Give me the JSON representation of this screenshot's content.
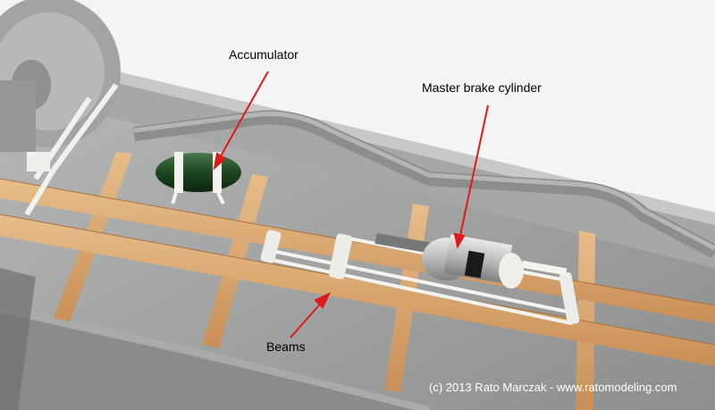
{
  "photo": {
    "subject": "model-chassis-detail"
  },
  "annotations": [
    {
      "text": "Accumulator",
      "color": "#e0191b"
    },
    {
      "text": "Master brake cylinder",
      "color": "#e0191b"
    },
    {
      "text": "Beams",
      "color": "#e0191b"
    }
  ],
  "credit": "(c) 2013 Rato Marczak - www.ratomodeling.com"
}
